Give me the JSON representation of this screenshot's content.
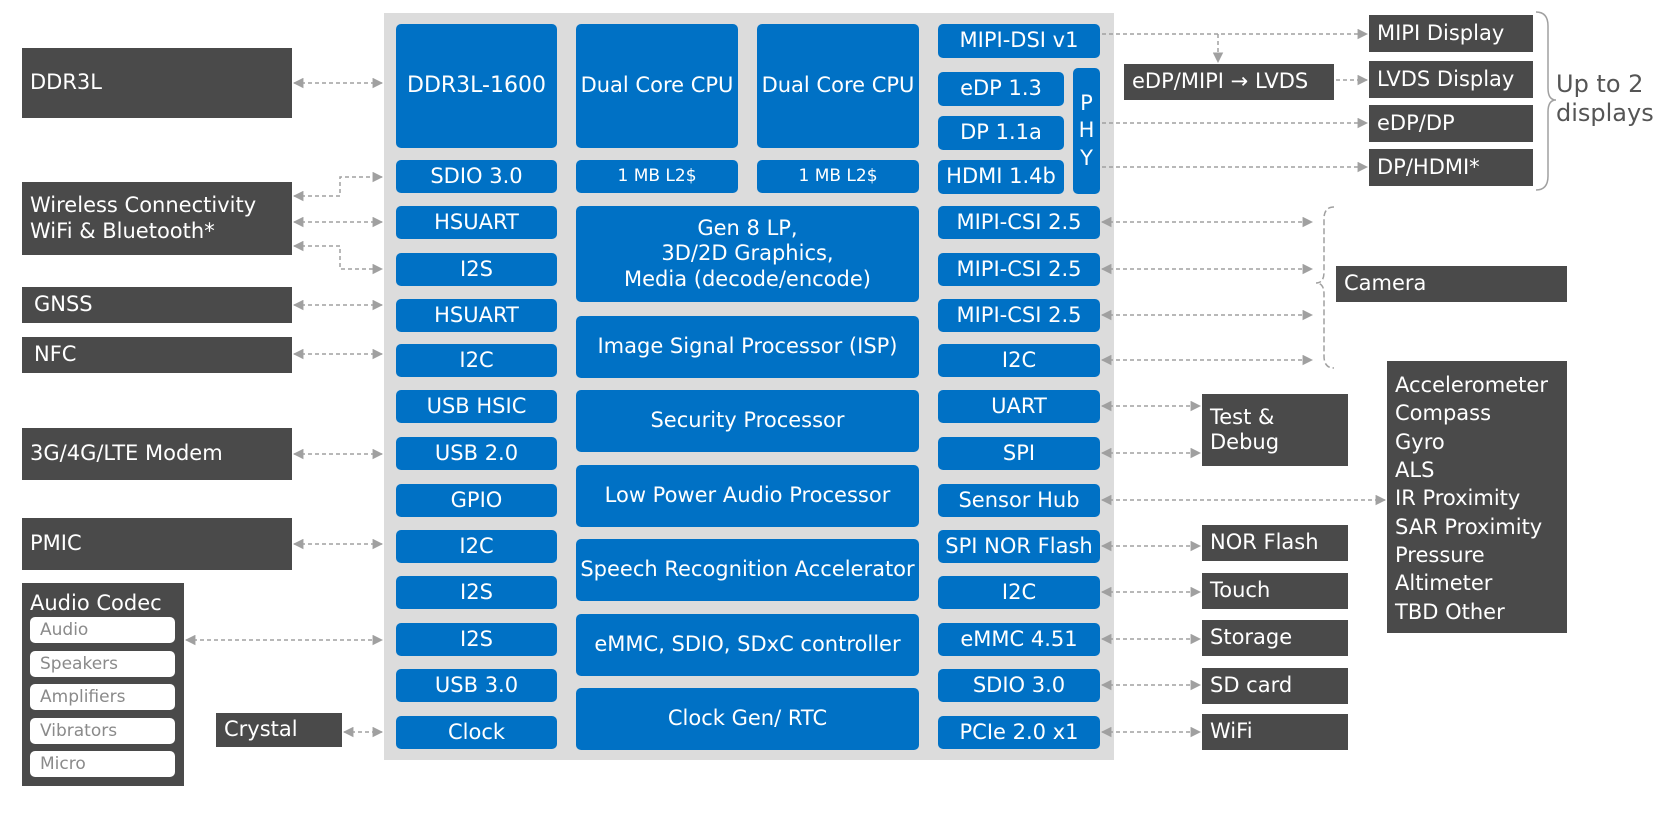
{
  "soc": {
    "left": [
      {
        "id": "ddr3l-1600",
        "label": "DDR3L-1600"
      },
      {
        "id": "sdio-3-0-left",
        "label": "SDIO 3.0"
      },
      {
        "id": "hsuart-1",
        "label": "HSUART"
      },
      {
        "id": "i2s-1",
        "label": "I2S"
      },
      {
        "id": "hsuart-2",
        "label": "HSUART"
      },
      {
        "id": "i2c-1",
        "label": "I2C"
      },
      {
        "id": "usb-hsic",
        "label": "USB HSIC"
      },
      {
        "id": "usb-2-0",
        "label": "USB 2.0"
      },
      {
        "id": "gpio",
        "label": "GPIO"
      },
      {
        "id": "i2c-2",
        "label": "I2C"
      },
      {
        "id": "i2s-2",
        "label": "I2S"
      },
      {
        "id": "i2s-3",
        "label": "I2S"
      },
      {
        "id": "usb-3-0",
        "label": "USB 3.0"
      },
      {
        "id": "clock",
        "label": "Clock"
      }
    ],
    "center": [
      {
        "id": "dual-core-cpu-1",
        "label": "Dual Core CPU"
      },
      {
        "id": "dual-core-cpu-2",
        "label": "Dual Core CPU"
      },
      {
        "id": "l2-cache-1",
        "label": "1 MB L2$"
      },
      {
        "id": "l2-cache-2",
        "label": "1 MB L2$"
      },
      {
        "id": "gen8-graphics",
        "label": "Gen 8 LP,\n3D/2D Graphics,\nMedia (decode/encode)"
      },
      {
        "id": "isp",
        "label": "Image Signal Processor (ISP)"
      },
      {
        "id": "security-processor",
        "label": "Security Processor"
      },
      {
        "id": "audio-processor",
        "label": "Low Power Audio Processor"
      },
      {
        "id": "speech-accelerator",
        "label": "Speech Recognition Accelerator"
      },
      {
        "id": "emmc-controller",
        "label": "eMMC, SDIO, SDxC  controller"
      },
      {
        "id": "clock-gen-rtc",
        "label": "Clock Gen/ RTC"
      }
    ],
    "right": [
      {
        "id": "mipi-dsi",
        "label": "MIPI-DSI v1"
      },
      {
        "id": "edp-1-3",
        "label": "eDP 1.3"
      },
      {
        "id": "dp-1-1a",
        "label": "DP  1.1a"
      },
      {
        "id": "hdmi-1-4b",
        "label": "HDMI 1.4b"
      },
      {
        "id": "phy",
        "label": "P\nH\nY"
      },
      {
        "id": "mipi-csi-1",
        "label": "MIPI-CSI 2.5"
      },
      {
        "id": "mipi-csi-2",
        "label": "MIPI-CSI 2.5"
      },
      {
        "id": "mipi-csi-3",
        "label": "MIPI-CSI 2.5"
      },
      {
        "id": "i2c-right-1",
        "label": "I2C"
      },
      {
        "id": "uart",
        "label": "UART"
      },
      {
        "id": "spi",
        "label": "SPI"
      },
      {
        "id": "sensor-hub",
        "label": "Sensor Hub"
      },
      {
        "id": "spi-nor-flash",
        "label": "SPI NOR Flash"
      },
      {
        "id": "i2c-right-2",
        "label": "I2C"
      },
      {
        "id": "emmc-4-51",
        "label": "eMMC 4.51"
      },
      {
        "id": "sdio-3-0-right",
        "label": "SDIO 3.0"
      },
      {
        "id": "pcie",
        "label": "PCIe 2.0 x1"
      }
    ]
  },
  "external_left": [
    {
      "id": "ddr3l",
      "label": "DDR3L"
    },
    {
      "id": "wireless",
      "label": "Wireless Connectivity\nWiFi & Bluetooth*"
    },
    {
      "id": "gnss",
      "label": "GNSS"
    },
    {
      "id": "nfc",
      "label": "NFC"
    },
    {
      "id": "modem",
      "label": "3G/4G/LTE  Modem"
    },
    {
      "id": "pmic",
      "label": "PMIC"
    },
    {
      "id": "crystal",
      "label": "Crystal"
    }
  ],
  "audio_codec": {
    "title": "Audio Codec",
    "items": [
      "Audio",
      "Speakers",
      "Amplifiers",
      "Vibrators",
      "Micro"
    ]
  },
  "external_right": [
    {
      "id": "edp-mipi-lvds",
      "label": "eDP/MIPI → LVDS"
    },
    {
      "id": "mipi-display",
      "label": "MIPI Display"
    },
    {
      "id": "lvds-display",
      "label": "LVDS Display"
    },
    {
      "id": "edp-dp",
      "label": "eDP/DP"
    },
    {
      "id": "dp-hdmi",
      "label": "DP/HDMI*"
    },
    {
      "id": "camera",
      "label": "Camera"
    },
    {
      "id": "test-debug",
      "label": "Test &\nDebug"
    },
    {
      "id": "sensors",
      "label": "Accelerometer\nCompass\nGyro\nALS\nIR Proximity\nSAR Proximity\nPressure\nAltimeter\nTBD Other"
    },
    {
      "id": "nor-flash",
      "label": "NOR Flash"
    },
    {
      "id": "touch",
      "label": "Touch"
    },
    {
      "id": "storage",
      "label": "Storage"
    },
    {
      "id": "sd-card",
      "label": "SD card"
    },
    {
      "id": "wifi",
      "label": "WiFi"
    }
  ],
  "displays_note": "Up to 2\ndisplays"
}
